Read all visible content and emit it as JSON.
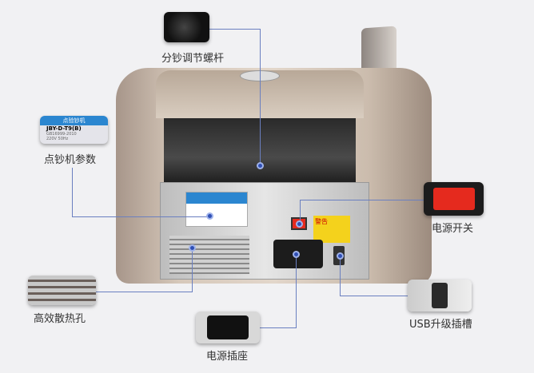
{
  "callouts": {
    "adjust_screw": "分钞调节螺杆",
    "machine_params": "点钞机参数",
    "power_switch": "电源开关",
    "vents": "高效散热孔",
    "usb_slot": "USB升级插槽",
    "power_socket": "电源插座"
  },
  "nameplate": {
    "title": "点验钞机",
    "model": "JBY-D-T9(B)",
    "standard": "GB16999-2010",
    "power": "220V 50Hz"
  },
  "warning": {
    "title": "警告"
  },
  "colors": {
    "leader": "#2f4fb5",
    "body": "#c9b9a9",
    "switch": "#e52a1e"
  }
}
